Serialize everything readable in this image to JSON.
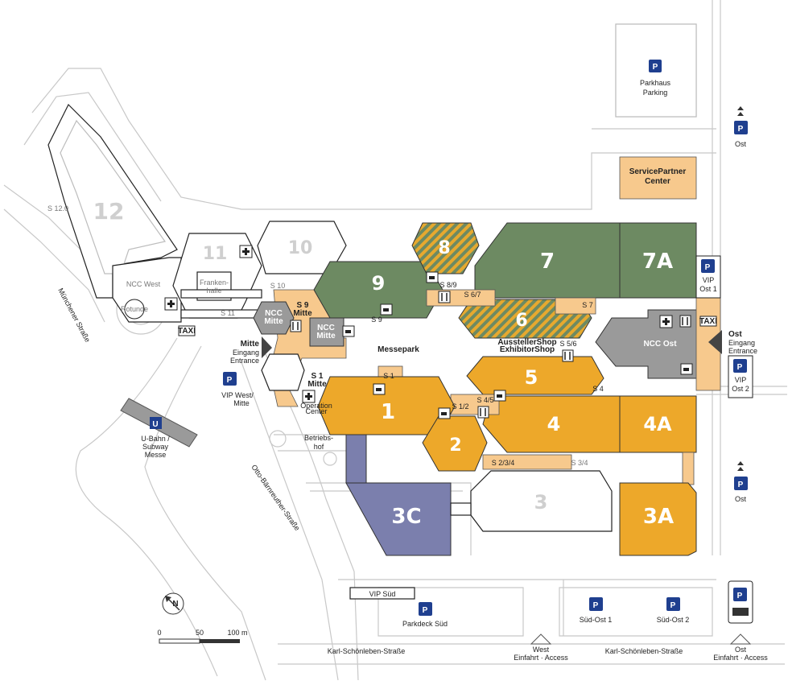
{
  "halls": {
    "h1": "1",
    "h2": "2",
    "h3": "3",
    "h3a": "3A",
    "h3c": "3C",
    "h4": "4",
    "h4a": "4A",
    "h5": "5",
    "h6": "6",
    "h7": "7",
    "h7a": "7A",
    "h8": "8",
    "h9": "9",
    "h10": "10",
    "h11": "11",
    "h12": "12"
  },
  "buildings": {
    "parkhaus_1": "Parkhaus",
    "parkhaus_2": "Parking",
    "servicepartner_1": "ServicePartner",
    "servicepartner_2": "Center",
    "ncc_west": "NCC West",
    "ncc_mitte_1": "NCC",
    "ncc_mitte_2": "Mitte",
    "ncc_mitte_b_1": "NCC",
    "ncc_mitte_b_2": "Mitte",
    "ncc_ost": "NCC Ost",
    "frankenhalle_1": "Franken-",
    "frankenhalle_2": "halle",
    "rotunde": "Rotunde",
    "messepark": "Messepark",
    "betriebshof_1": "Betriebs-",
    "betriebshof_2": "hof",
    "operation_center_1": "Operation",
    "operation_center_2": "Center",
    "ausstellershop": "AusstellerShop",
    "exhibitorshop": "ExhibitorShop"
  },
  "passages": {
    "s9_mitte_1": "S 9",
    "s9_mitte_2": "Mitte",
    "s1_mitte_1": "S 1",
    "s1_mitte_2": "Mitte",
    "s9": "S 9",
    "s89": "S 8/9",
    "s67": "S 6/7",
    "s7": "S 7",
    "s56": "S 5/6",
    "s4": "S 4",
    "s1": "S 1",
    "s12": "S 1/2",
    "s45": "S 4/5",
    "s234": "S 2/3/4",
    "s34": "S 3/4",
    "s10": "S 10",
    "s11": "S 11",
    "s12_0": "S 12.0"
  },
  "entrances": {
    "mitte_1": "Mitte",
    "mitte_2": "Eingang",
    "mitte_3": "Entrance",
    "ost_1": "Ost",
    "ost_2": "Eingang",
    "ost_3": "Entrance"
  },
  "parking": {
    "p_symbol": "P",
    "ost_top": "Ost",
    "vip_ost1_1": "VIP",
    "vip_ost1_2": "Ost 1",
    "vip_ost2_1": "VIP",
    "vip_ost2_2": "Ost 2",
    "ost_mid": "Ost",
    "vip_west_1": "VIP West/",
    "vip_west_2": "Mitte",
    "vip_sued": "VIP Süd",
    "parkdeck_sued": "Parkdeck Süd",
    "sued_ost1": "Süd-Ost 1",
    "sued_ost2": "Süd-Ost 2"
  },
  "transit": {
    "u_symbol": "U",
    "ubahn_1": "U-Bahn /",
    "ubahn_2": "Subway",
    "ubahn_3": "Messe",
    "taxi": "TAXI"
  },
  "streets": {
    "muenchener": "Münchener Straße",
    "otto_baerenreuther": "Otto-Bärnreuther-Straße",
    "karl_schoenleben_1": "Karl-Schönleben-Straße",
    "karl_schoenleben_2": "Karl-Schönleben-Straße"
  },
  "access": {
    "west_1": "West",
    "west_2": "Einfahrt · Access",
    "ost_1": "Ost",
    "ost_2": "Einfahrt · Access"
  },
  "scale": {
    "zero": "0",
    "fifty": "50",
    "hundred": "100 m"
  },
  "compass": "N",
  "colors": {
    "orange": "#eda82a",
    "light_orange": "#f7c98d",
    "green": "#6d8a62",
    "grey": "#9a9a9a",
    "blue": "#7b7fad",
    "parking_blue": "#1f3f8f"
  }
}
